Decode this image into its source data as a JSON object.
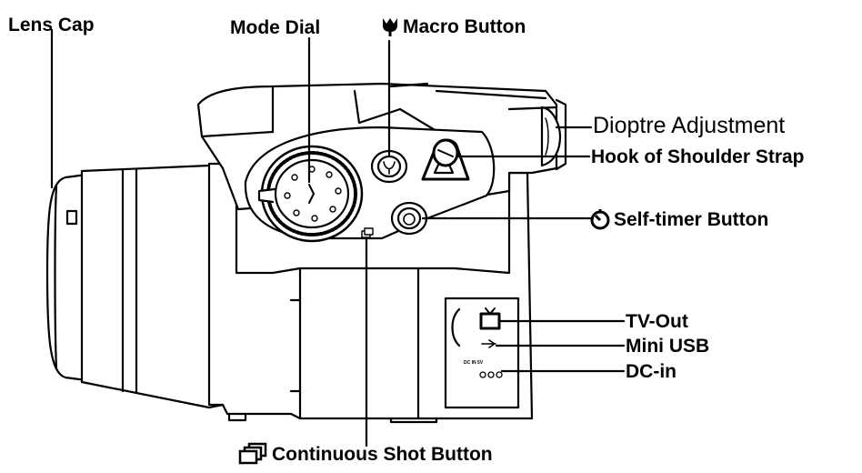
{
  "labels": {
    "lens_cap": "Lens Cap",
    "mode_dial": "Mode Dial",
    "macro_button": "Macro Button",
    "dioptre_adjustment": "Dioptre Adjustment",
    "hook_of_shoulder_strap": "Hook of Shoulder Strap",
    "self_timer_button": "Self-timer Button",
    "tv_out": "TV-Out",
    "mini_usb": "Mini USB",
    "dc_in": "DC-in",
    "continuous_shot_button": "Continuous Shot Button"
  },
  "port_panel": {
    "dc_marking": "DC IN 5V"
  },
  "icons": {
    "macro": "tulip-icon",
    "self_timer": "self-timer-icon",
    "continuous_shot": "stacked-frames-icon",
    "tv": "tv-icon",
    "usb": "usb-icon"
  },
  "colors": {
    "line": "#000000",
    "background": "#ffffff",
    "body_fill": "#ffffff"
  }
}
